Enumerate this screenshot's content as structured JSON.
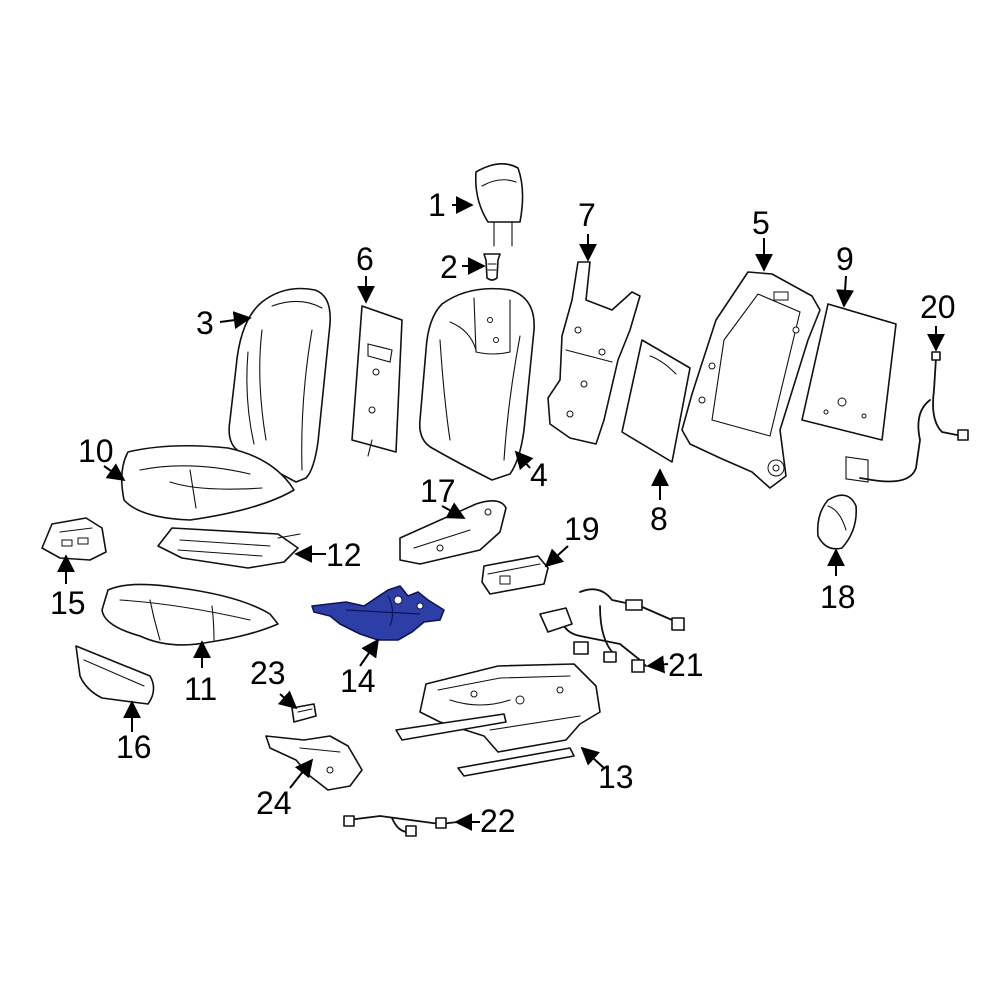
{
  "callouts": [
    "1",
    "2",
    "3",
    "4",
    "5",
    "6",
    "7",
    "8",
    "9",
    "10",
    "11",
    "12",
    "13",
    "14",
    "15",
    "16",
    "17",
    "18",
    "19",
    "20",
    "21",
    "22",
    "23",
    "24"
  ],
  "highlight_color": "#2d3fa6",
  "highlighted_part": "14"
}
